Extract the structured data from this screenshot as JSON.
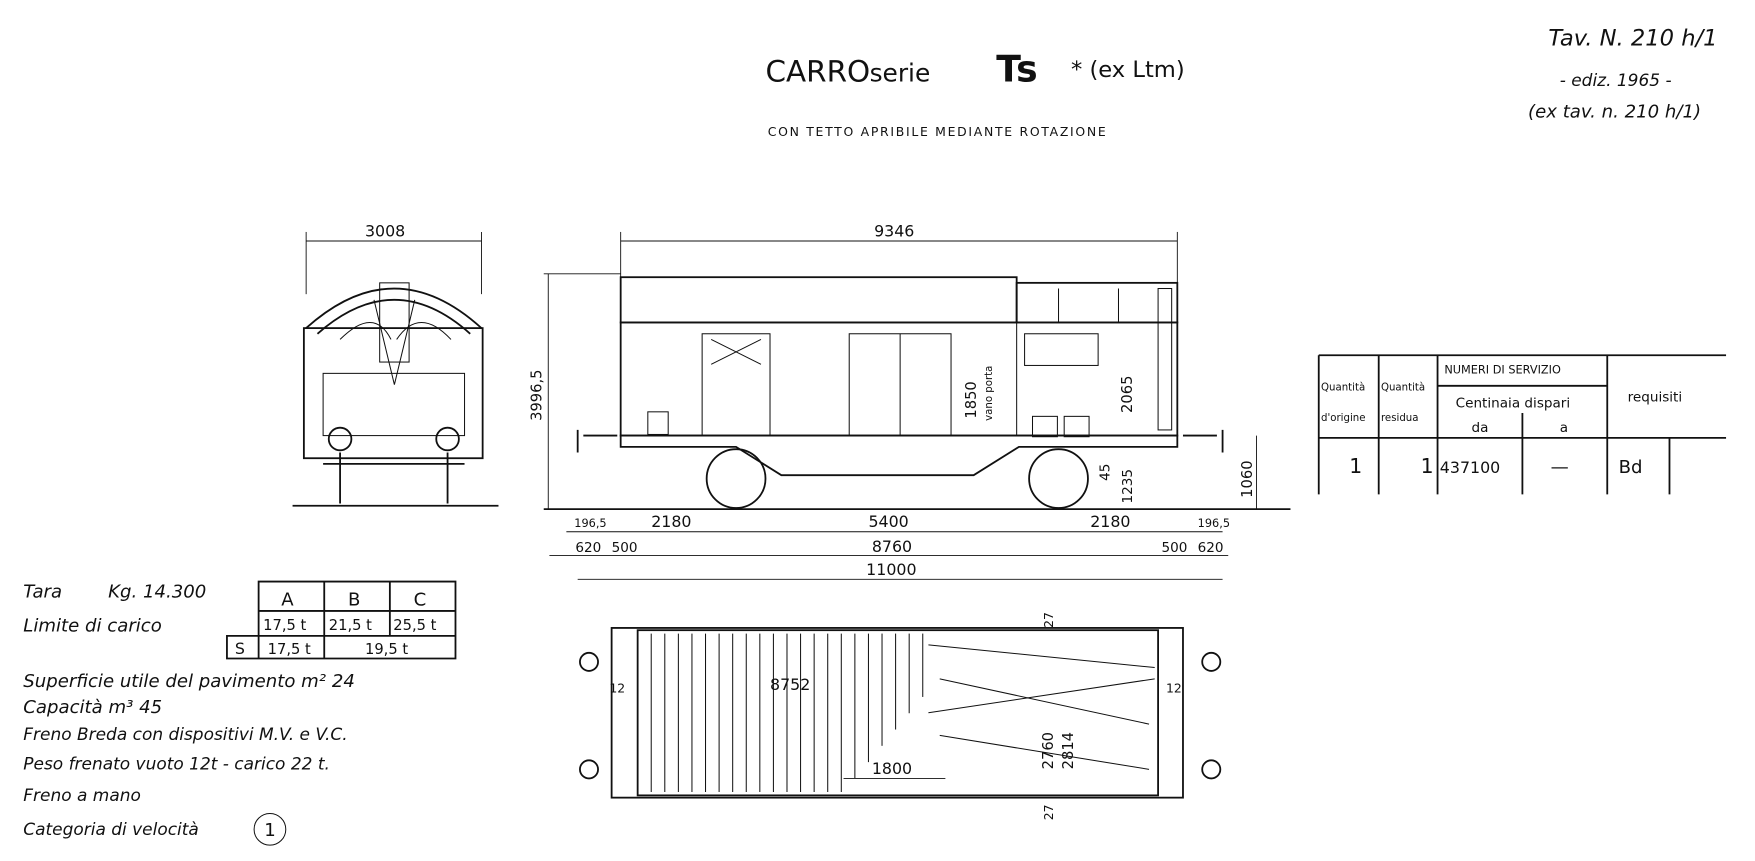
{
  "title": {
    "main_prefix": "CARRO",
    "serie_word": "serie",
    "series_code": "Ts",
    "note": "* (ex Ltm)",
    "subtitle": "CON TETTO APRIBILE MEDIANTE ROTAZIONE"
  },
  "plate": {
    "number": "Tav. N. 210 h/1",
    "edition": "- ediz. 1965 -",
    "former": "(ex tav. n. 210 h/1)"
  },
  "dimensions": {
    "end_width": "3008",
    "body_length": "9346",
    "height": "3996,5",
    "door_height": "1850",
    "door_label": "vano porta",
    "inner_height": "2065",
    "d45": "45",
    "floor_height": "1235",
    "buffer_height": "1060",
    "overhang_left": "196,5",
    "overhang_right": "196,5",
    "axle_left": "2180",
    "wheelbase": "5400",
    "axle_right": "2180",
    "buffer_left": "620",
    "head_left": "500",
    "frame_length": "8760",
    "head_right": "500",
    "buffer_right": "620",
    "overall_length": "11000",
    "floor_length": "8752",
    "d12_left": "12",
    "d12_right": "12",
    "d27_top": "27",
    "d27_bottom": "27",
    "inner_width": "2760",
    "outer_width": "2814",
    "door_opening": "1800"
  },
  "specs": {
    "tara_label": "Tara",
    "tara_value": "Kg. 14.300",
    "load_limit_label": "Limite di carico",
    "load_table": {
      "headers": [
        "A",
        "B",
        "C"
      ],
      "row1": [
        "17,5 t",
        "21,5 t",
        "25,5 t"
      ],
      "row2_label": "S",
      "row2": [
        "17,5 t",
        "19,5 t"
      ]
    },
    "floor_area": "Superficie utile del pavimento   m² 24",
    "capacity": "Capacità   m³ 45",
    "brake": "Freno Breda con dispositivi   M.V. e V.C.",
    "braked_weight": "Peso frenato vuoto 12t - carico 22 t.",
    "hand_brake": "Freno a mano",
    "speed_category_label": "Categoria di velocità",
    "speed_category": "1"
  },
  "service_table": {
    "col_origin": [
      "Quantità",
      "d'origine"
    ],
    "col_residual": [
      "Quantità",
      "residua"
    ],
    "numbers_header": "NUMERI DI SERVIZIO",
    "centinaia": "Centinaia dispari",
    "from": "da",
    "to": "a",
    "requisiti": "requisiti",
    "row": {
      "origin": "1",
      "residual": "1",
      "from": "437100",
      "to": "—",
      "req": "Bd"
    }
  }
}
